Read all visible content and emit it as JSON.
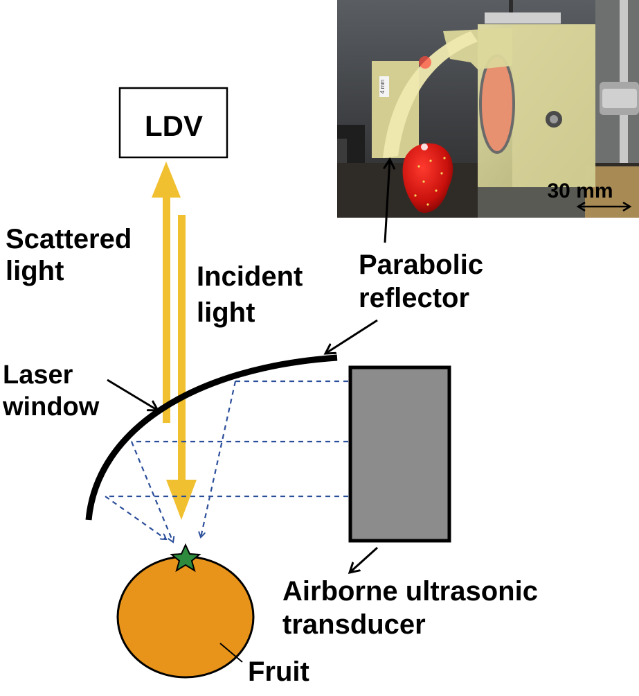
{
  "ldv_label": "LDV",
  "scattered_light": [
    "Scattered",
    "light"
  ],
  "incident_light": [
    "Incident",
    "light"
  ],
  "laser_window": [
    "Laser",
    "window"
  ],
  "parabolic_reflector": [
    "Parabolic",
    "reflector"
  ],
  "transducer": [
    "Airborne ultrasonic",
    "transducer"
  ],
  "fruit_label": "Fruit",
  "photo": {
    "scale_bar_label": "30 mm",
    "tag_text": "4 mm"
  },
  "colors": {
    "beam": "#f0c030",
    "ultrasound": "#2b4e9a",
    "fruit": "#e8941a",
    "focus_star": "#2e8b3e",
    "transducer": "#8c8c8c"
  }
}
